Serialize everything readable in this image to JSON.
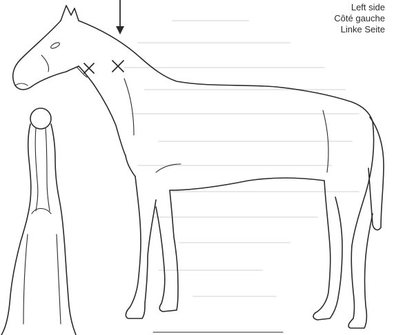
{
  "labels": {
    "left_side_en": "Left side",
    "left_side_fr": "Côté gauche",
    "left_side_de": "Linke Seite"
  },
  "markings": [
    {
      "kind": "arrow",
      "description": "arrow pointing down to the crest of the neck"
    },
    {
      "kind": "cross",
      "description": "cross mark on upper neck"
    },
    {
      "kind": "cross",
      "description": "cross mark on throat latch"
    }
  ],
  "colors": {
    "ink": "#2a2a2a",
    "paper": "#ffffff"
  }
}
